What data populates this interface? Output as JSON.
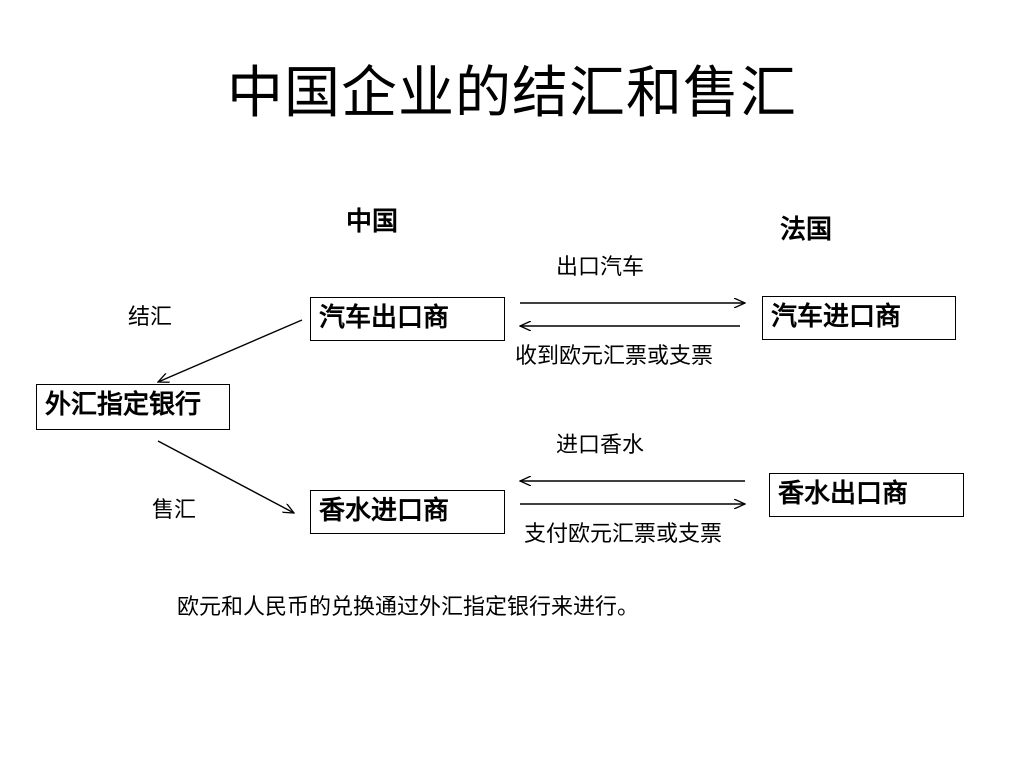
{
  "title": "中国企业的结汇和售汇",
  "headings": {
    "china": "中国",
    "france": "法国"
  },
  "boxes": {
    "car_exporter": "汽车出口商",
    "car_importer": "汽车进口商",
    "fx_bank": "外汇指定银行",
    "perfume_importer": "香水进口商",
    "perfume_exporter": "香水出口商"
  },
  "labels": {
    "export_cars": "出口汽车",
    "receive_euro": "收到欧元汇票或支票",
    "settlement": "结汇",
    "import_perfume": "进口香水",
    "sale": "售汇",
    "pay_euro": "支付欧元汇票或支票"
  },
  "footnote": "欧元和人民币的兑换通过外汇指定银行来进行。"
}
